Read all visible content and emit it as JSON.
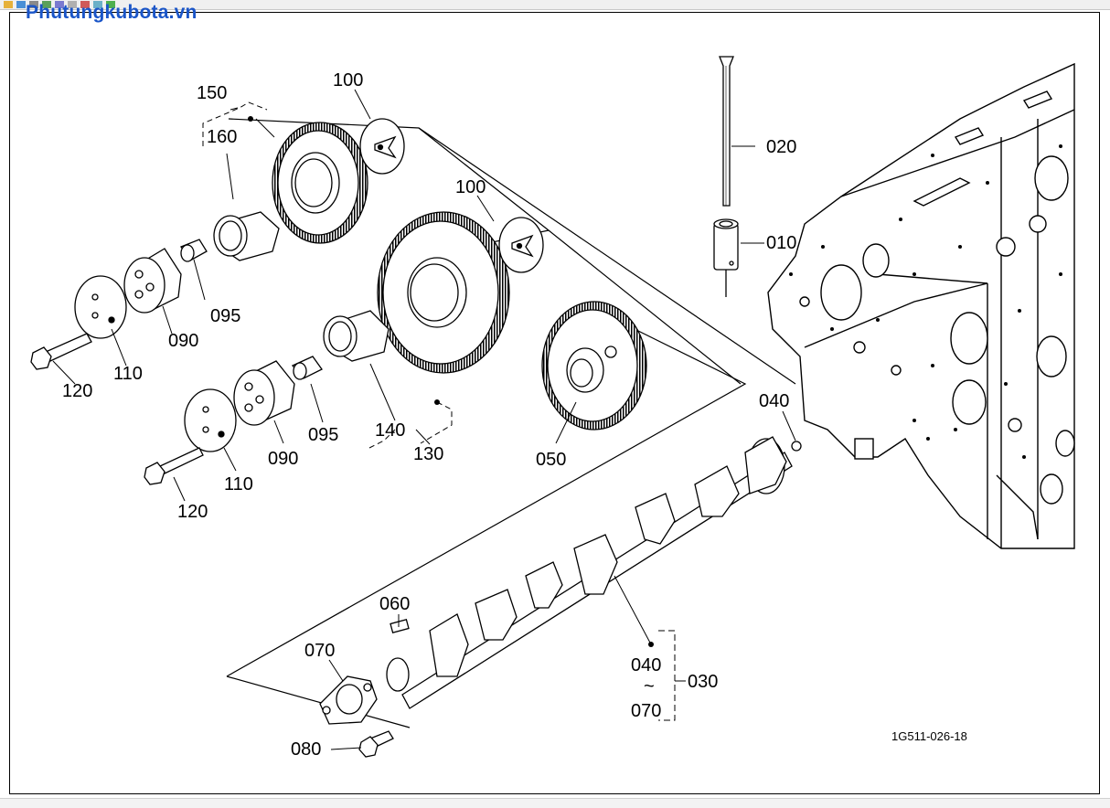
{
  "brand": {
    "watermark": "Phutungkubota.vn",
    "color": "#1a55c8"
  },
  "diagram": {
    "code": "1G511-026-18",
    "callouts": {
      "p150": "150",
      "p160": "160",
      "p100a": "100",
      "p100b": "100",
      "p020": "020",
      "p010": "010",
      "p095a": "095",
      "p090a": "090",
      "p110a": "110",
      "p120a": "120",
      "p095b": "095",
      "p090b": "090",
      "p110b": "110",
      "p120b": "120",
      "p140": "140",
      "p130": "130",
      "p050": "050",
      "p040a": "040",
      "p060": "060",
      "p070a": "070",
      "p080": "080",
      "p040b": "040",
      "p030": "030",
      "p070b": "070",
      "tilde": "~"
    }
  }
}
